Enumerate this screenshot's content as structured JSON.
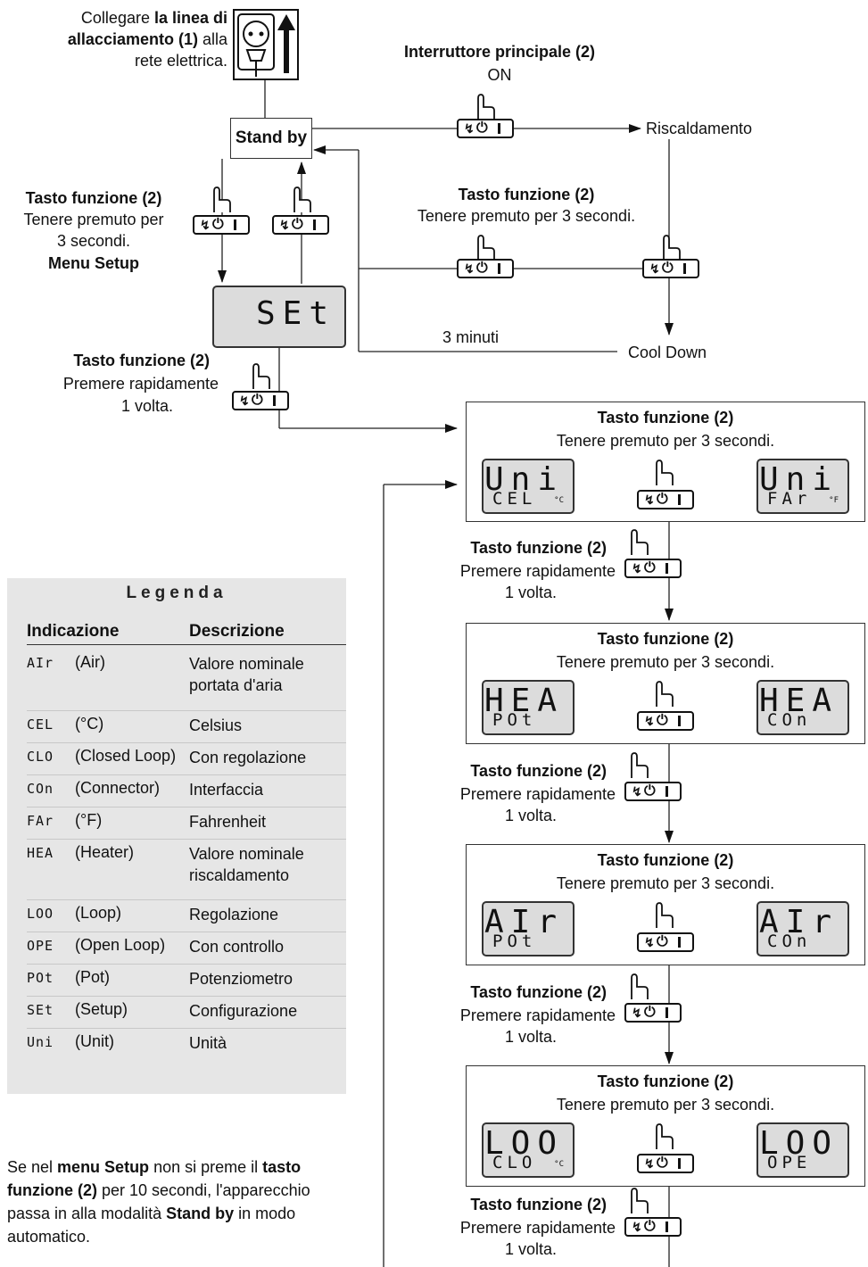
{
  "connect_note": {
    "pre": "Collegare ",
    "bold": "la linea di allacciamento (1)",
    "post": " alla rete elettrica."
  },
  "standby": "Stand by",
  "main_switch": {
    "title": "Interruttore principale (2)",
    "state": "ON"
  },
  "heating": "Riscaldamento",
  "cool_down": "Cool Down",
  "three_minutes": "3 minuti",
  "key_left": {
    "title": "Tasto funzione (2)",
    "line1": "Tenere premuto per",
    "line2": "3 secondi.",
    "menu": "Menu Setup"
  },
  "key_mid": {
    "title": "Tasto funzione (2)",
    "desc": "Tenere premuto per 3 secondi."
  },
  "key_set": {
    "title": "Tasto funzione (2)",
    "line1": "Premere rapidamente",
    "line2": "1 volta."
  },
  "set_display": "SEt",
  "key_symbol": "↯",
  "steps": [
    {
      "title": "Tasto funzione (2)",
      "desc": "Tenere premuto per 3 secondi.",
      "left_top": "Uni",
      "left_bottom": "CEL",
      "left_unit": "°C",
      "right_top": "Uni",
      "right_bottom": "FAr",
      "right_unit": "°F"
    },
    {
      "title": "Tasto funzione (2)",
      "desc": "Tenere premuto per 3 secondi.",
      "left_top": "HEA",
      "left_bottom": "POt",
      "left_unit": "",
      "right_top": "HEA",
      "right_bottom": "COn",
      "right_unit": ""
    },
    {
      "title": "Tasto funzione (2)",
      "desc": "Tenere premuto per 3 secondi.",
      "left_top": "AIr",
      "left_bottom": "POt",
      "left_unit": "",
      "right_top": "AIr",
      "right_bottom": "COn",
      "right_unit": ""
    },
    {
      "title": "Tasto funzione (2)",
      "desc": "Tenere premuto per 3 secondi.",
      "left_top": "LOO",
      "left_bottom": "CLO",
      "left_unit": "°C",
      "right_top": "LOO",
      "right_bottom": "OPE",
      "right_unit": ""
    }
  ],
  "press_once": {
    "title": "Tasto funzione (2)",
    "line1": "Premere rapidamente",
    "line2": "1 volta."
  },
  "legend": {
    "title": "Legenda",
    "col1": "Indicazione",
    "col2": "Descrizione",
    "rows": [
      {
        "code": "AIr",
        "name": "(Air)",
        "desc": "Valore nominale portata d'aria"
      },
      {
        "code": "CEL",
        "name": "(°C)",
        "desc": "Celsius"
      },
      {
        "code": "CLO",
        "name": "(Closed Loop)",
        "desc": "Con regolazione"
      },
      {
        "code": "COn",
        "name": "(Connector)",
        "desc": "Interfaccia"
      },
      {
        "code": "FAr",
        "name": "(°F)",
        "desc": "Fahrenheit"
      },
      {
        "code": "HEA",
        "name": "(Heater)",
        "desc": "Valore nominale riscaldamento"
      },
      {
        "code": "LOO",
        "name": "(Loop)",
        "desc": "Regolazione"
      },
      {
        "code": "OPE",
        "name": "(Open Loop)",
        "desc": "Con controllo"
      },
      {
        "code": "POt",
        "name": "(Pot)",
        "desc": "Potenziometro"
      },
      {
        "code": "SEt",
        "name": "(Setup)",
        "desc": "Configurazione"
      },
      {
        "code": "Uni",
        "name": "(Unit)",
        "desc": "Unità"
      }
    ]
  },
  "footnote": {
    "p1": "Se nel ",
    "b1": "menu Setup",
    "p2": " non si preme il ",
    "b2": "tasto funzione (2)",
    "p3": " per 10 secondi, l'apparecchio passa in alla modalità ",
    "b3": "Stand by",
    "p4": " in modo automatico."
  }
}
